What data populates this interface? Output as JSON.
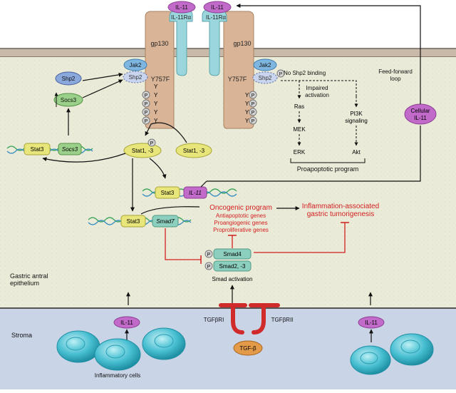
{
  "labels": {
    "il11_left": "IL-11",
    "il11_right": "IL-11",
    "il11ra_left": "IL-11Rα",
    "il11ra_right": "IL-11Rα",
    "gp130_left": "gp130",
    "gp130_right": "gp130",
    "jak2_left": "Jak2",
    "jak2_right": "Jak2",
    "shp2_free": "Shp2",
    "shp2_left": "Shp2",
    "shp2_right": "Shp2",
    "y757f_left": "Y757F",
    "y757f_right": "Y757F",
    "p": "P",
    "y": "Y",
    "socs3": "Socs3",
    "stat3": "Stat3",
    "socs3_gene": "Socs3",
    "stat1_3_a": "Stat1, -3",
    "stat1_3_b": "Stat1, -3",
    "il11_gene": "IL-11",
    "smad7_gene": "Smad7",
    "no_shp2": "No Shp2 binding",
    "impaired": "Impaired",
    "activation": "activation",
    "ras": "Ras",
    "mek": "MEK",
    "erk": "ERK",
    "pi3k": "PI3K",
    "signaling": "signaling",
    "akt": "Akt",
    "proapoptotic": "Proapoptotic program",
    "feed_forward": "Feed-forward",
    "loop": "loop",
    "cellular": "Cellular",
    "cellular_il11": "IL-11",
    "oncogenic": "Oncogenic program",
    "antiapoptotic": "Antiapoptotic genes",
    "proangiogenic": "Proangiogenic genes",
    "proproliferative": "Proproliferative genes",
    "inflammation_1": "Inflammation-associated",
    "inflammation_2": "gastric tumorigenesis",
    "smad4": "Smad4",
    "smad23": "Smad2, -3",
    "smad_activation": "Smad activation",
    "gastric_1": "Gastric antral",
    "gastric_2": "epithelium",
    "stroma": "Stroma",
    "tgfbri": "TGFβRI",
    "tgfbrii": "TGFβRII",
    "tgfb": "TGF-β",
    "stroma_il11_left": "IL-11",
    "stroma_il11_right": "IL-11",
    "inflammatory_cells": "Inflammatory cells"
  },
  "colors": {
    "cytoplasm": "#ebebd9",
    "membrane": "#c9b9a8",
    "stroma": "#c9d4e6",
    "gp130": "#d9b497",
    "receptor_alpha": "#9ad6dc",
    "il11": "#c16ac9",
    "jak2": "#7fb6e0",
    "shp2": "#8aa8dc",
    "socs3": "#9bd08a",
    "stat": "#e8e67a",
    "smad": "#8dcfbe",
    "tgfb": "#e39b4a",
    "tgfb_receptor": "#d02a2a",
    "cell": "#33b3c8",
    "red_text": "#d21f1f"
  }
}
